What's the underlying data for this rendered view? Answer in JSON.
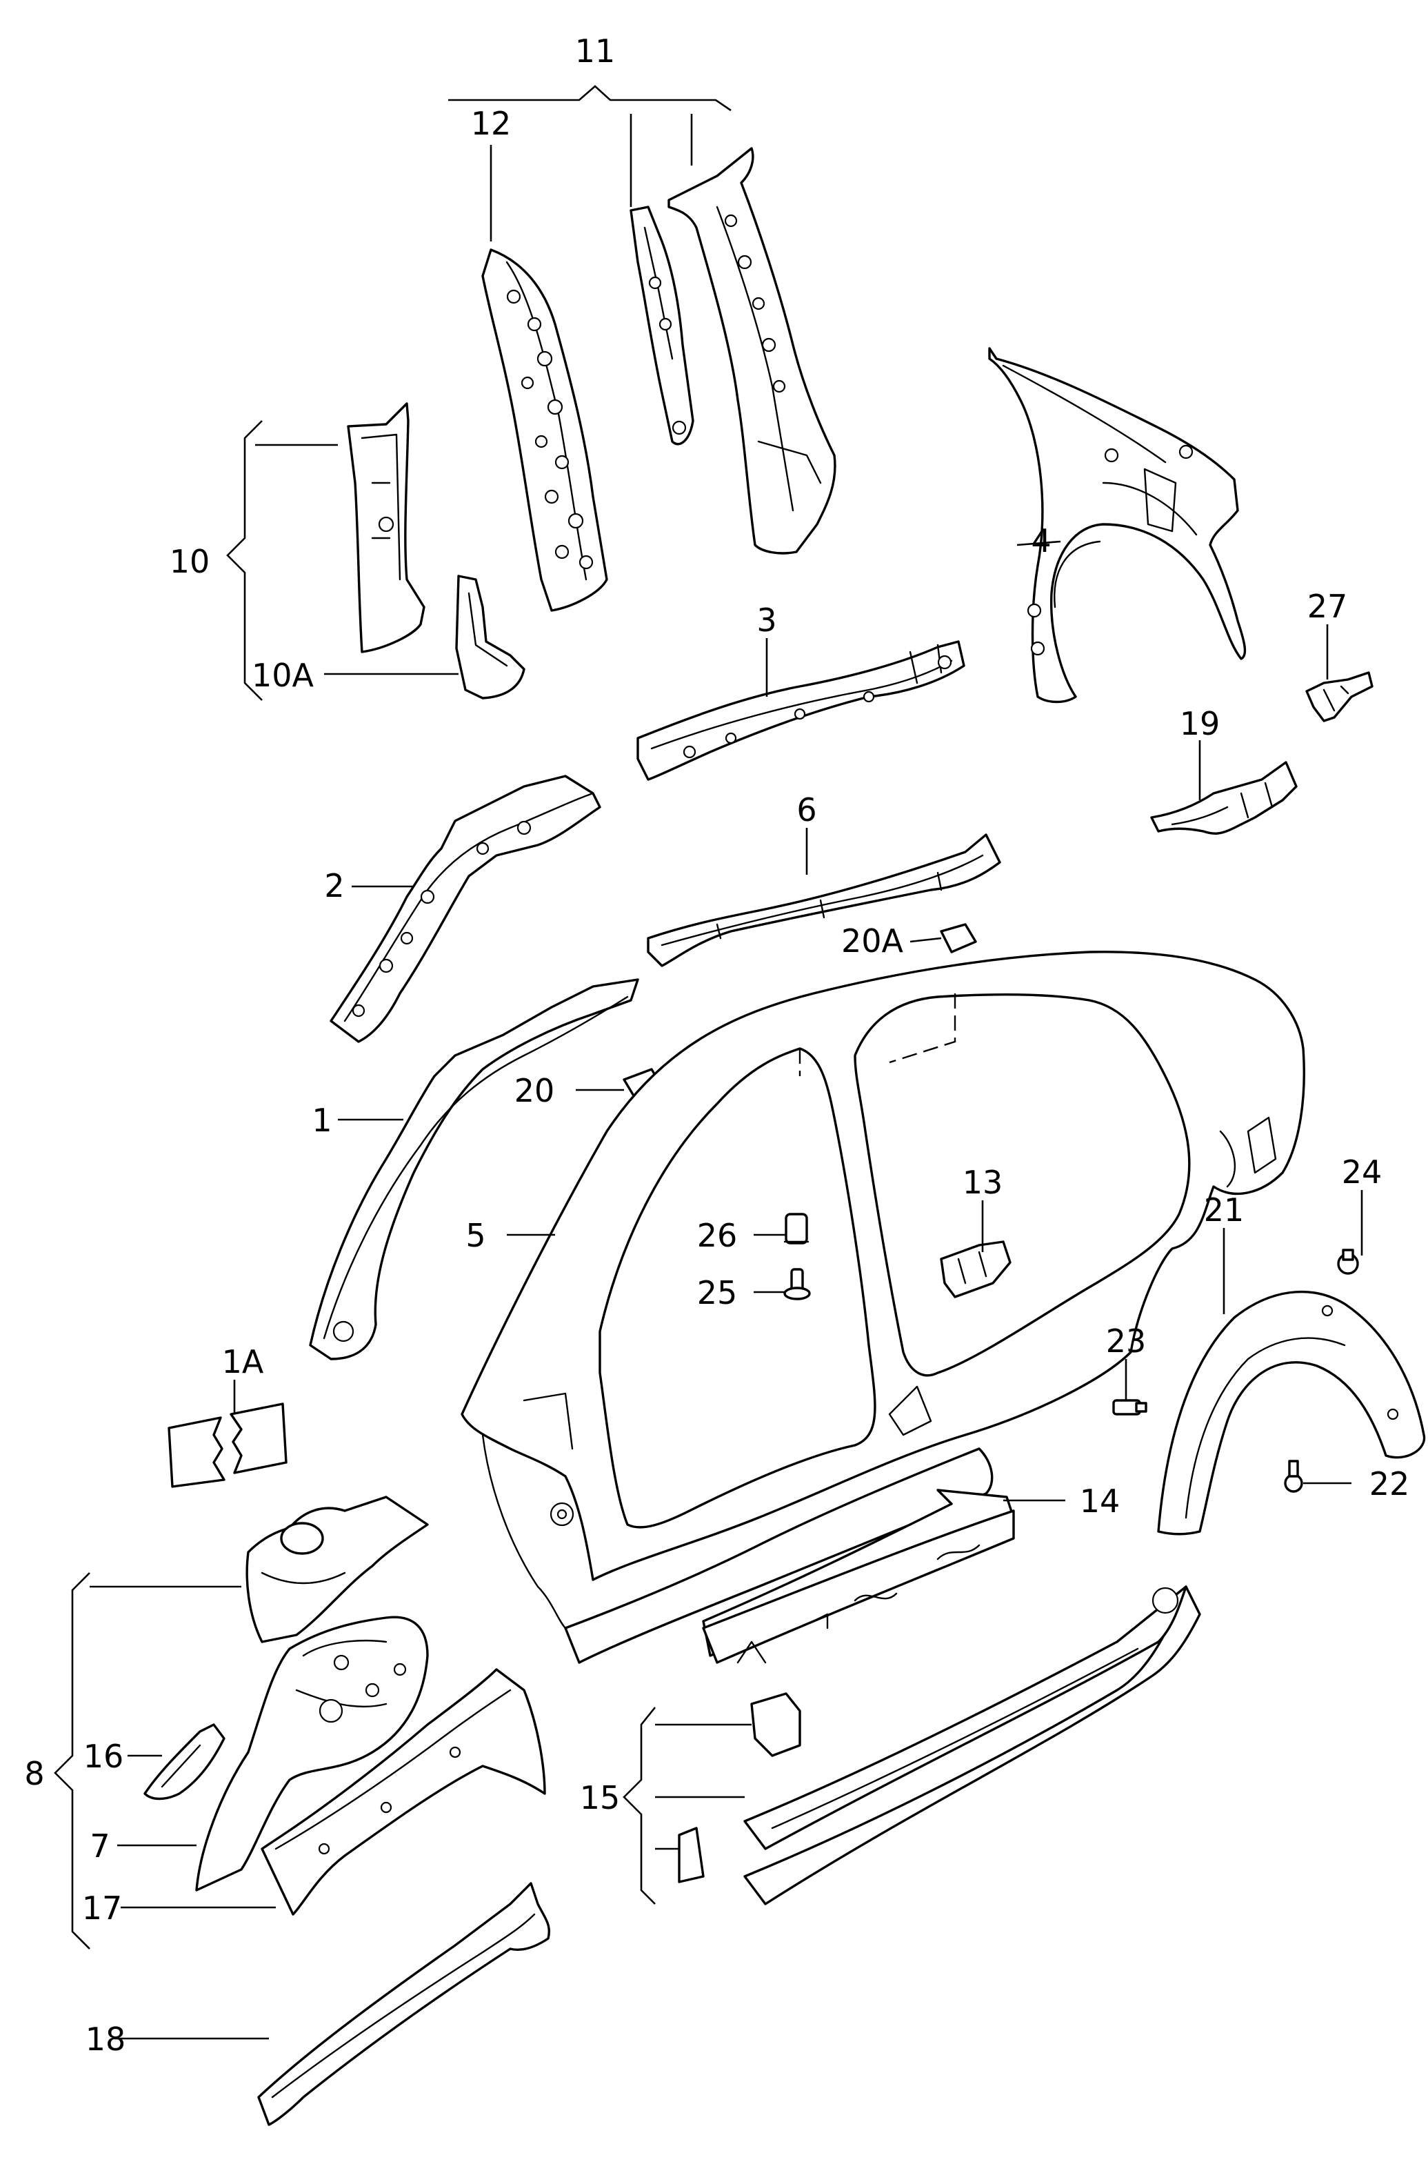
{
  "callouts": {
    "p1": "1",
    "p1a": "1A",
    "p2": "2",
    "p3": "3",
    "p4": "4",
    "p5": "5",
    "p6": "6",
    "p7": "7",
    "p8": "8",
    "p10": "10",
    "p10a": "10A",
    "p11": "11",
    "p12": "12",
    "p13": "13",
    "p14": "14",
    "p15": "15",
    "p16": "16",
    "p17": "17",
    "p18": "18",
    "p19": "19",
    "p20": "20",
    "p20a": "20A",
    "p21": "21",
    "p22": "22",
    "p23": "23",
    "p24": "24",
    "p25": "25",
    "p26": "26",
    "p27": "27"
  }
}
